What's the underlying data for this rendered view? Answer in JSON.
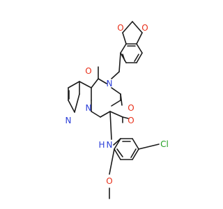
{
  "molecule": {
    "colors": {
      "carbon_bond": "#1a1a1a",
      "oxygen": "#e8301a",
      "nitrogen": "#2a3ed8",
      "chlorine": "#1f9e1f"
    },
    "atom_labels": {
      "o_diox1": "O",
      "o_diox2": "O",
      "o_c4": "O",
      "n3": "N",
      "o_c2": "O",
      "n8": "N",
      "n1": "N",
      "o_amide": "O",
      "nh_amide": "N",
      "h_amide": "H",
      "cl": "Cl",
      "o_methoxy": "O"
    }
  }
}
